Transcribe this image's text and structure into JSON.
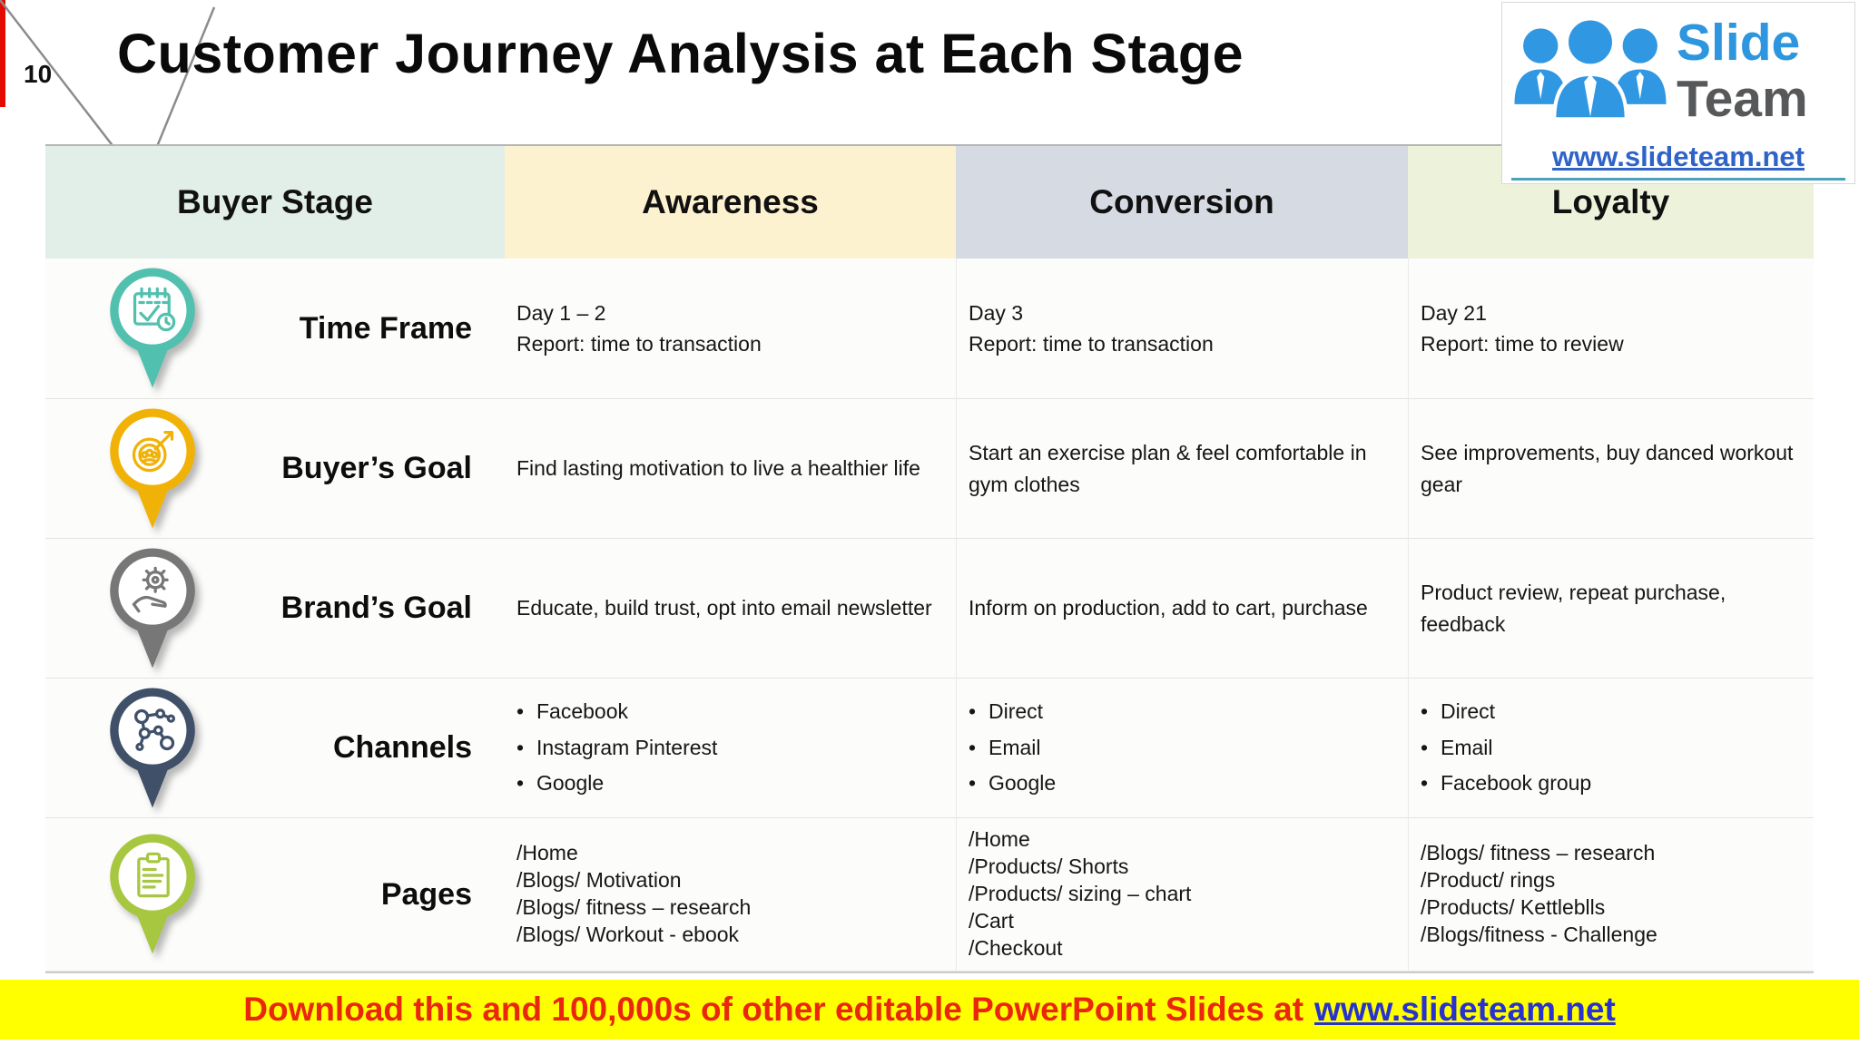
{
  "page_number": "10",
  "title": "Customer Journey Analysis at Each Stage",
  "logo": {
    "brand_line1": "Slide",
    "brand_line2": "Team",
    "url": "www.slideteam.net",
    "people_color": "#3097e3",
    "brand1_color": "#2e96de",
    "brand2_color": "#57585a"
  },
  "table": {
    "headers": [
      {
        "label": "Buyer Stage",
        "bg": "#e2efe8"
      },
      {
        "label": "Awareness",
        "bg": "#fdf2cf"
      },
      {
        "label": "Conversion",
        "bg": "#d6dae3"
      },
      {
        "label": "Loyalty",
        "bg": "#edf2db"
      }
    ],
    "rows": [
      {
        "label": "Time Frame",
        "icon": "calendar-check-icon",
        "color": "#52c0ae",
        "cells": [
          {
            "lines": [
              "Day 1 – 2",
              "Report: time to transaction"
            ]
          },
          {
            "lines": [
              "Day 3",
              "Report: time to transaction"
            ]
          },
          {
            "lines": [
              "Day 21",
              "Report: time to review"
            ]
          }
        ]
      },
      {
        "label": "Buyer’s Goal",
        "icon": "target-arrow-icon",
        "color": "#f1b208",
        "cells": [
          {
            "lines": [
              "Find lasting motivation to live a healthier life"
            ]
          },
          {
            "lines": [
              "Start an exercise plan & feel comfortable in gym clothes"
            ]
          },
          {
            "lines": [
              "See improvements, buy danced workout gear"
            ]
          }
        ]
      },
      {
        "label": "Brand’s Goal",
        "icon": "gear-hand-icon",
        "color": "#777777",
        "cells": [
          {
            "lines": [
              "Educate, build trust, opt into email newsletter"
            ]
          },
          {
            "lines": [
              "Inform on production, add to cart, purchase"
            ]
          },
          {
            "lines": [
              "Product review, repeat purchase, feedback"
            ]
          }
        ]
      },
      {
        "label": "Channels",
        "icon": "network-icon",
        "color": "#3f5068",
        "cells": [
          {
            "bullets": [
              "Facebook",
              "Instagram Pinterest",
              "Google"
            ]
          },
          {
            "bullets": [
              "Direct",
              "Email",
              "Google"
            ]
          },
          {
            "bullets": [
              "Direct",
              "Email",
              "Facebook group"
            ]
          }
        ]
      },
      {
        "label": "Pages",
        "icon": "clipboard-icon",
        "color": "#a6c73f",
        "cells": [
          {
            "lines": [
              "/Home",
              "/Blogs/ Motivation",
              "/Blogs/ fitness – research",
              "/Blogs/ Workout - ebook"
            ]
          },
          {
            "lines": [
              "/Home",
              "/Products/ Shorts",
              "/Products/ sizing – chart",
              "/Cart",
              "/Checkout"
            ]
          },
          {
            "lines": [
              "/Blogs/ fitness – research",
              "/Product/ rings",
              "/Products/ Kettleblls",
              "/Blogs/fitness - Challenge"
            ]
          }
        ]
      }
    ]
  },
  "banner": {
    "text": "Download this and 100,000s of other editable PowerPoint Slides at",
    "link": "www.slideteam.net",
    "bg": "#ffff00",
    "text_color": "#ea270d",
    "link_color": "#2732cf"
  },
  "accent_colors": {
    "red_edge_bar": "#e30b02",
    "x_mark_gray": "#8c8c8c"
  }
}
